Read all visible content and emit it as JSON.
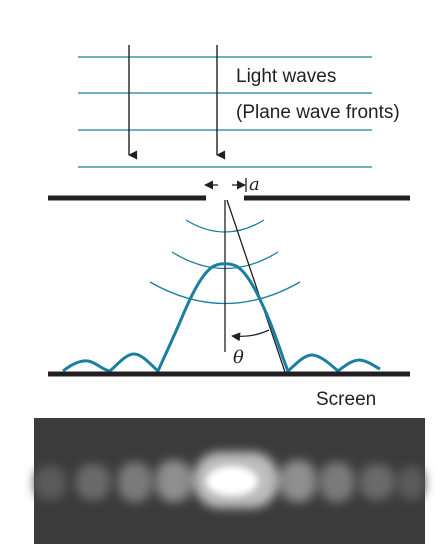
{
  "labels": {
    "light_waves": "Light waves",
    "plane_wave_fronts": "(Plane wave fronts)",
    "slit_width": "a",
    "angle": "θ",
    "screen": "Screen"
  },
  "colors": {
    "wavefront": "#1a7fa0",
    "intensity_curve": "#1a7fa0",
    "barrier": "#231f20",
    "photo_background": "#3b3b3b"
  }
}
